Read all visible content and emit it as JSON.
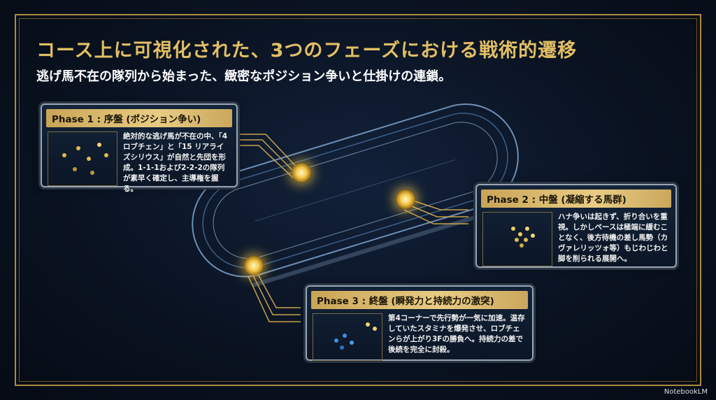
{
  "title": "コース上に可視化された、3つのフェーズにおける戦術的遷移",
  "subtitle": "逃げ馬不在の隊列から始まった、緻密なポジション争いと仕掛けの連鎖。",
  "phases": [
    {
      "heading": "Phase 1 : 序盤 (ポジション争い)",
      "text": "絶対的な逃げ馬が不在の中、「4 ロブチェン」と「15 リアライズシリウス」が自然と先団を形成。1-1-1および2-2-2の隊列が素早く確定し、主導権を握る。"
    },
    {
      "heading": "Phase 2 : 中盤 (凝縮する馬群)",
      "text": "ハナ争いは起きず、折り合いを重視。しかしペースは極端に緩むことなく、後方待機の差し馬勢（カヴァレリッツォ等）もじわじわと脚を削られる展開へ。"
    },
    {
      "heading": "Phase 3 : 終盤 (瞬発力と持続力の激突)",
      "text": "第4コーナーで先行勢が一気に加速。温存していたスタミナを爆発させ、ロブチェンらが上がり3Fの勝負へ。持続力の差で後続を完全に封殺。"
    }
  ],
  "logo": "NotebookLM",
  "colors": {
    "gold": "#e2bf64",
    "accent_blue": "#4a9be0"
  }
}
